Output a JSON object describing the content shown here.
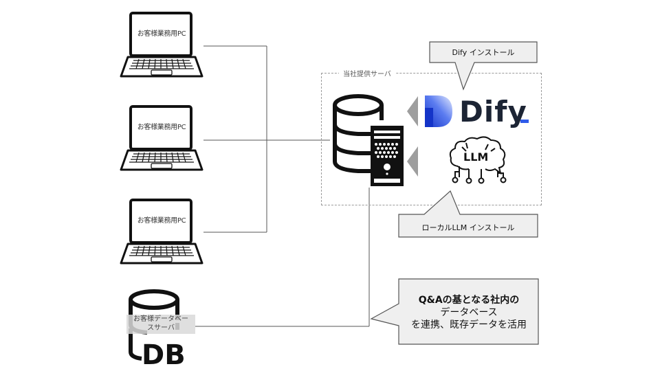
{
  "diagram": {
    "client_pcs": [
      {
        "label": "お客様業務用PC"
      },
      {
        "label": "お客様業務用PC"
      },
      {
        "label": "お客様業務用PC"
      }
    ],
    "customer_db": {
      "label_line1": "お客様データベー",
      "label_line2": "スサーバ",
      "icon_text": "DB"
    },
    "server_group": {
      "label": "当社提供サーバ"
    },
    "dify_logo": {
      "text": "Dify",
      "accent_color": "#2f5bea"
    },
    "llm_icon": {
      "text": "LLM"
    },
    "callouts": {
      "dify_install": "Dify インストール",
      "local_llm_install": "ローカルLLM インストール",
      "database_note_line1": "Q&Aの基となる社内の",
      "database_note_line2": "データベース",
      "database_note_line3": "を連携、既存データを活用"
    },
    "colors": {
      "line": "#555555",
      "callout_fill": "#efefef",
      "callout_border": "#555555",
      "arrow_fill": "#9e9e9e",
      "icon": "#111111"
    }
  }
}
